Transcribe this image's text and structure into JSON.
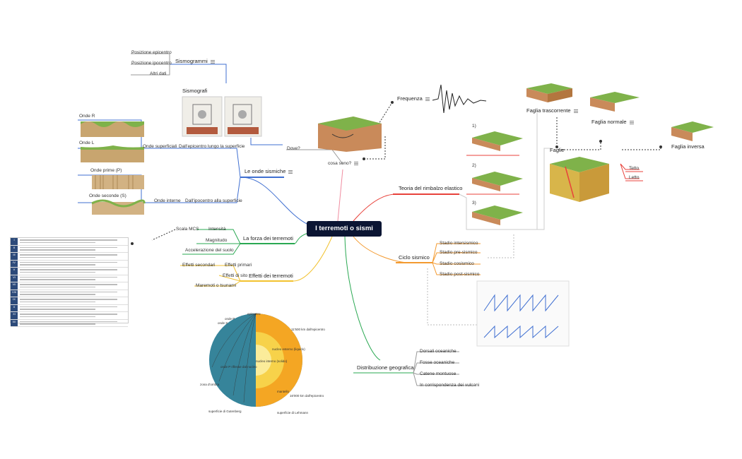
{
  "root": {
    "label": "I terremoti o sismi"
  },
  "sismogrammi": {
    "label": "Sismogrammi",
    "children": [
      "Posizione epicentro",
      "Posizione ipocentro",
      "Altri dati"
    ]
  },
  "sismografi": {
    "label": "Sismografi"
  },
  "onde_sismiche": {
    "label": "Le onde sismiche",
    "superficiali": {
      "label": "Onde superficiali",
      "note": "Dall'epicentro lungo la superficie",
      "children": [
        "Onde R",
        "Onde L"
      ]
    },
    "interne": {
      "label": "Onde interne",
      "note": "Dall'ipocentro alla superficie",
      "children": [
        "Onde prime (P)",
        "Onde seconde (S)"
      ]
    }
  },
  "cosa_sono": {
    "label": "cosa sono?",
    "dove": "Dove?",
    "frequenza": "Frequenza"
  },
  "forza": {
    "label": "La forza dei terremoti",
    "children": [
      "Intensità",
      "Magnitudo",
      "Accelerazione del suolo"
    ],
    "scala": "Scala MCS"
  },
  "effetti": {
    "label": "Effetti dei terremoti",
    "children": [
      "Effetti primari",
      "Effetti di sito",
      "Maremoti o tsunami"
    ],
    "secondari": "Effetti secondari"
  },
  "distribuzione": {
    "label": "Distribuzione geografica",
    "children": [
      "Dorsali oceaniche",
      "Fosse oceaniche",
      "Catene montuose",
      "In corrispondenza dei vulcani"
    ]
  },
  "rimbalzo": {
    "label": "Teoria del rimbalzo elastico",
    "steps": [
      "1)",
      "2)",
      "3)"
    ]
  },
  "ciclo": {
    "label": "Ciclo sismico",
    "children": [
      "Stadio intersismico",
      "Stadio pre-sismico",
      "Stadio cosismico",
      "Stadio post-sismico"
    ]
  },
  "faglie": {
    "label": "Faglie",
    "children": [
      "Faglia trascorrente",
      "Faglia normale",
      "Faglia inversa"
    ],
    "parts": [
      "Tetto",
      "Letto"
    ]
  },
  "earth": {
    "labels": [
      "epicentro",
      "onde P",
      "onde S",
      "nucleo esterno (liquido)",
      "nucleo interno (solido)",
      "mantello",
      "superficie di Gutenberg",
      "superficie di Lehmann",
      "11'500 km dall'epicentro",
      "16'000 km dall'epicentro",
      "onde P riflesse dal nucleo",
      "zona d'ombra"
    ]
  },
  "colors": {
    "root": "#0b1533",
    "blue": "#3f6fd1",
    "green": "#2aa852",
    "yellow": "#f2c230",
    "red": "#e8423b",
    "orange": "#f39a30",
    "pink": "#f08ca0",
    "purple": "#8a57c7"
  },
  "table_rows": [
    "I",
    "II",
    "III",
    "IV",
    "V",
    "VI",
    "VII",
    "VIII",
    "IX",
    "X",
    "XI",
    "XII"
  ]
}
